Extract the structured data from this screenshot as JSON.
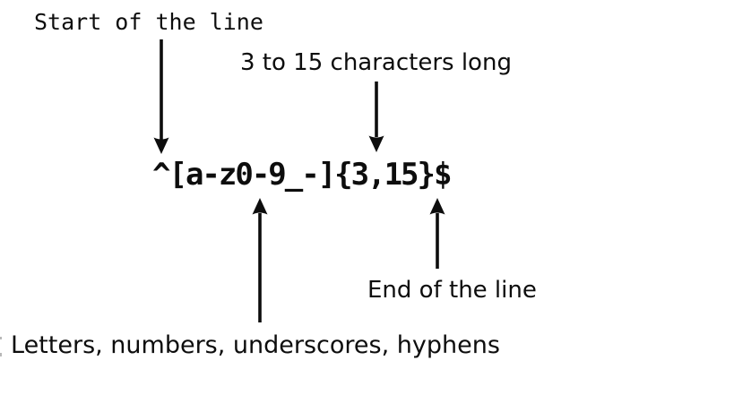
{
  "colors": {
    "text": "#0d0d0d",
    "background": "#ffffff"
  },
  "diagram": {
    "regex": "^[a-z0-9_-]{3,15}$",
    "annotations": {
      "start_of_line": "Start of the line",
      "length": "3 to 15 characters long",
      "character_set": "Letters, numbers, underscores, hyphens",
      "end_of_line": "End of the line"
    }
  }
}
